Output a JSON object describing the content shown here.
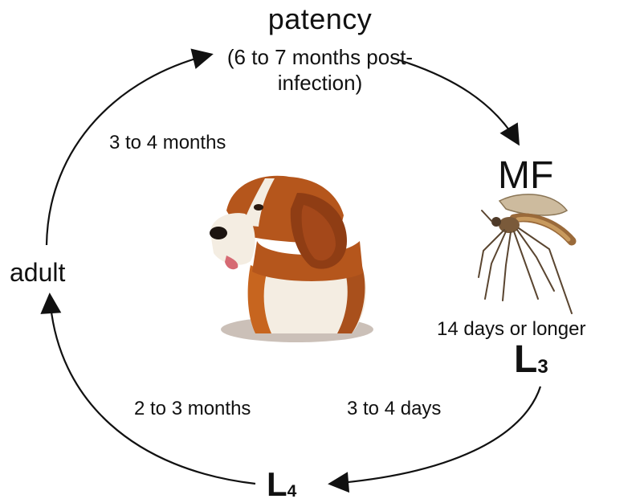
{
  "stages": {
    "patency": "patency",
    "patency_note": "(6 to 7 months post-infection)",
    "mf": "MF",
    "l3_letter": "L",
    "l3_sub": "3",
    "l4_letter": "L",
    "l4_sub": "4",
    "adult": "adult"
  },
  "durations": {
    "adult_to_patency": "3 to 4 months",
    "mf_to_l3": "14 days or longer",
    "l4_to_adult": "2 to 3 months",
    "l3_to_l4": "3 to 4 days"
  },
  "icons": {
    "host": "dog-icon",
    "vector": "mosquito-icon"
  },
  "colors": {
    "arrow": "#111111",
    "dog_coat": "#b5561c",
    "dog_white": "#f4ede2"
  }
}
